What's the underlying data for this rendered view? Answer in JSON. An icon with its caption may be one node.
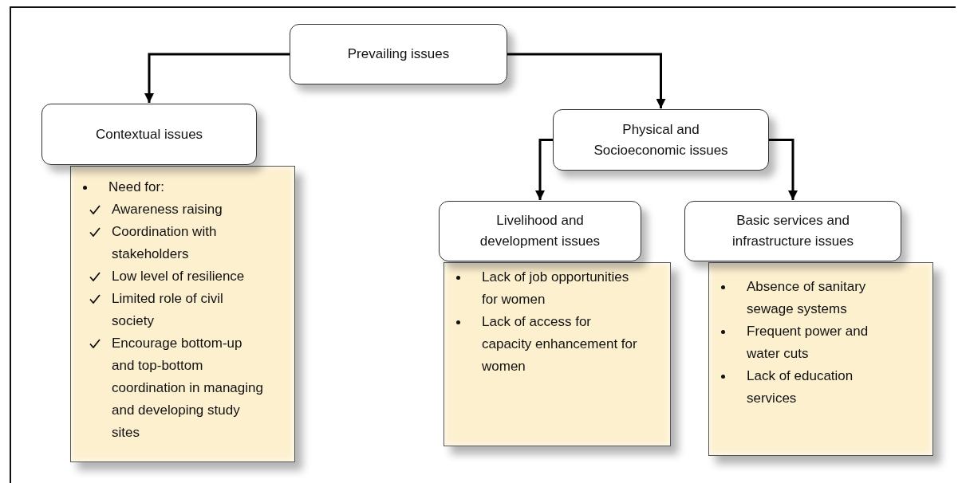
{
  "diagram": {
    "nodes": [
      {
        "text": [
          "Prevailing issues"
        ]
      },
      {
        "text": [
          "Contextual issues"
        ]
      },
      {
        "text": [
          "Physical and Socioeconomic issues"
        ]
      },
      {
        "text": [
          "Livelihood and development issues"
        ]
      },
      {
        "text": [
          "Basic services and infrastructure issues"
        ]
      },
      {
        "text": [
          "Need for:",
          "Awareness raising",
          "Coordination with stakeholders",
          "Low level of resilience",
          "Limited role of civil society",
          "Encourage bottom-up and top-bottom coordination in managing  and developing study sites"
        ]
      },
      {
        "text": [
          "Lack of job opportunities for women",
          "Lack of access for capacity enhancement for women"
        ]
      },
      {
        "text": [
          "Absence of sanitary sewage systems",
          "Frequent power and water cuts",
          "Lack of education services"
        ]
      }
    ],
    "edges": [
      {
        "from": 0,
        "to": 1,
        "arrow": "to"
      },
      {
        "from": 0,
        "to": 2,
        "arrow": "to"
      },
      {
        "from": 2,
        "to": 3,
        "arrow": "to"
      },
      {
        "from": 2,
        "to": 4,
        "arrow": "to"
      }
    ]
  }
}
